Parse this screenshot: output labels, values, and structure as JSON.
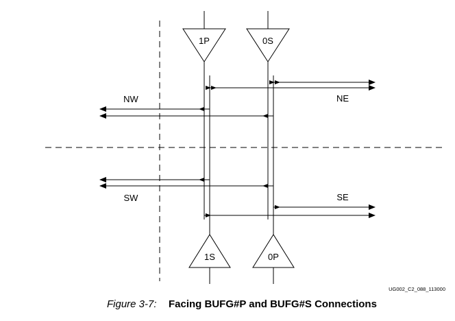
{
  "buffers": {
    "top_left": "1P",
    "top_right": "0S",
    "bottom_left": "1S",
    "bottom_right": "0P"
  },
  "quadrants": {
    "nw": "NW",
    "ne": "NE",
    "sw": "SW",
    "se": "SE"
  },
  "drawing_id": "UG002_C2_088_113000",
  "caption": {
    "prefix": "Figure 3-7:",
    "title": "Facing BUFG#P and BUFG#S Connections"
  }
}
